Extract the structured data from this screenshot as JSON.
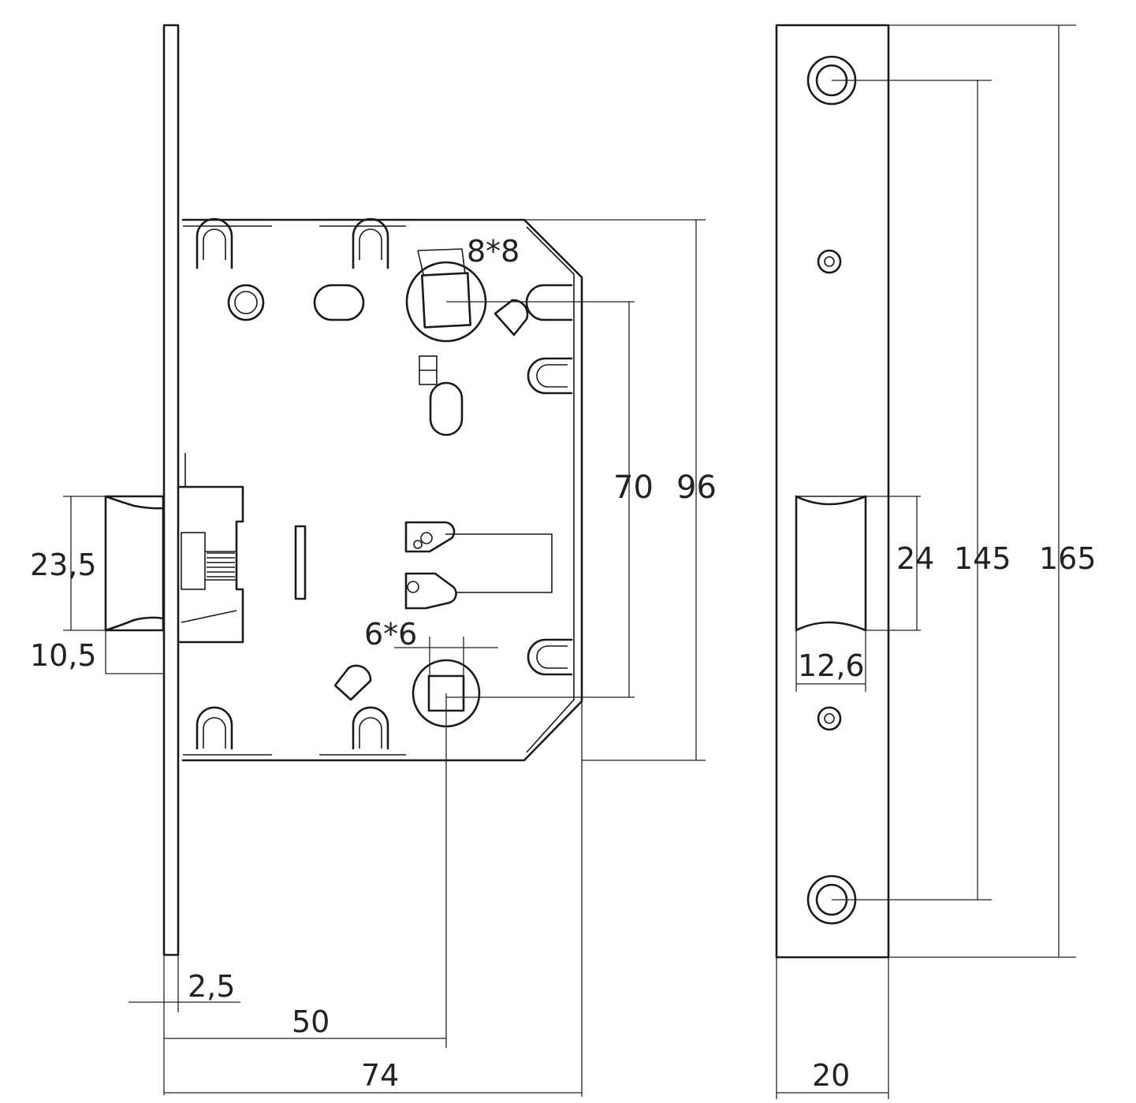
{
  "front_view": {
    "dimensions": {
      "latch_height": "23,5",
      "latch_projection": "10,5",
      "faceplate_thickness": "2,5",
      "backset": "50",
      "body_depth": "74",
      "handle_to_key_distance": "70",
      "body_height": "96",
      "handle_spindle": "8*8",
      "privacy_spindle": "6*6"
    }
  },
  "side_view": {
    "dimensions": {
      "latch_opening_height": "24",
      "screw_spacing": "145",
      "faceplate_length": "165",
      "latch_opening_width": "12,6",
      "faceplate_width": "20"
    }
  }
}
